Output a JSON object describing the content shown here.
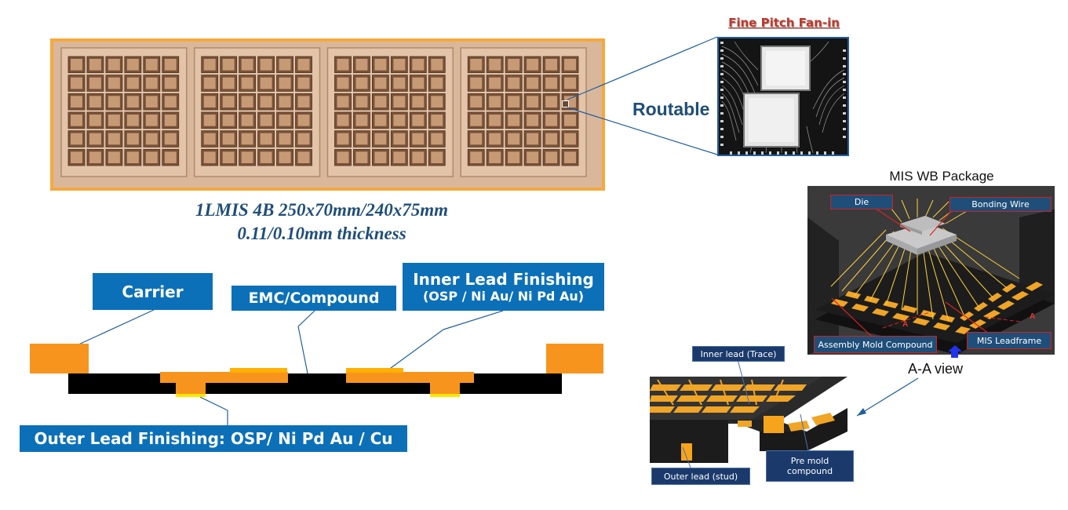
{
  "strip": {
    "caption_line1": "1LMIS 4B 250x70mm/240x75mm",
    "caption_line2": "0.11/0.10mm thickness"
  },
  "zoom": {
    "title": "Fine Pitch Fan-in",
    "routable": "Routable"
  },
  "cross_section": {
    "carrier": "Carrier",
    "emc": "EMC/Compound",
    "inner_lead_title": "Inner Lead Finishing",
    "inner_lead_sub": "(OSP / Ni Au/ Ni Pd Au)",
    "outer_lead": "Outer Lead Finishing: OSP/ Ni Pd Au / Cu"
  },
  "package": {
    "title": "MIS WB Package",
    "die": "Die",
    "bonding_wire": "Bonding Wire",
    "mold_compound": "Assembly Mold Compound",
    "leadframe": "MIS Leadframe",
    "section_marker": "A"
  },
  "aa_view": {
    "title": "A-A view",
    "inner_lead": "Inner lead (Trace)",
    "outer_lead": "Outer lead (stud)",
    "pre_mold": "Pre mold compound"
  },
  "colors": {
    "orange": "#f7941d",
    "box_blue": "#0b70b8",
    "caption_blue": "#1f4e79",
    "yellow_finish": "#ffe600"
  }
}
